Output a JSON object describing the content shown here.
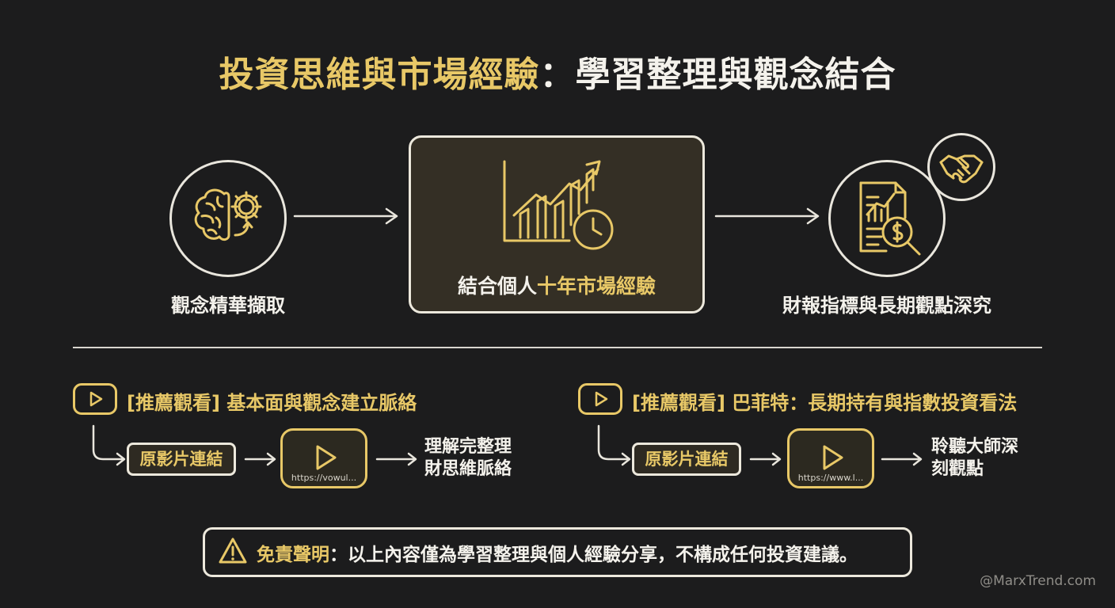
{
  "title": {
    "part1": "投資思維與市場經驗",
    "part2": "：學習整理與觀念結合"
  },
  "flow": {
    "left_label": "觀念精華擷取",
    "center_label_part1": "結合個人",
    "center_label_part2": "十年市場經驗",
    "right_label": "財報指標與長期觀點深究"
  },
  "videos": [
    {
      "title": "[推薦觀看] 基本面與觀念建立脈絡",
      "link_label": "原影片連結",
      "url": "https://vowul...",
      "outcome": "理解完整理財思維脈絡"
    },
    {
      "title": "[推薦觀看] 巴菲特：長期持有與指數投資看法",
      "link_label": "原影片連結",
      "url": "https://www.l...",
      "outcome": "聆聽大師深刻觀點"
    }
  ],
  "disclaimer": {
    "label": "免責聲明",
    "text": "：以上內容僅為學習整理與個人經驗分享，不構成任何投資建議。"
  },
  "watermark": "@MarxTrend.com",
  "colors": {
    "accent_gold": "#e8c867",
    "background": "#1c1c1d",
    "line": "#ece8dc"
  },
  "icons": {
    "left_circle": "brain-gear-icon",
    "center_box": "growth-chart-clock-icon",
    "right_circle": "financial-report-magnifier-icon",
    "badge": "handshake-icon",
    "video": "play-icon",
    "warning": "warning-icon"
  }
}
